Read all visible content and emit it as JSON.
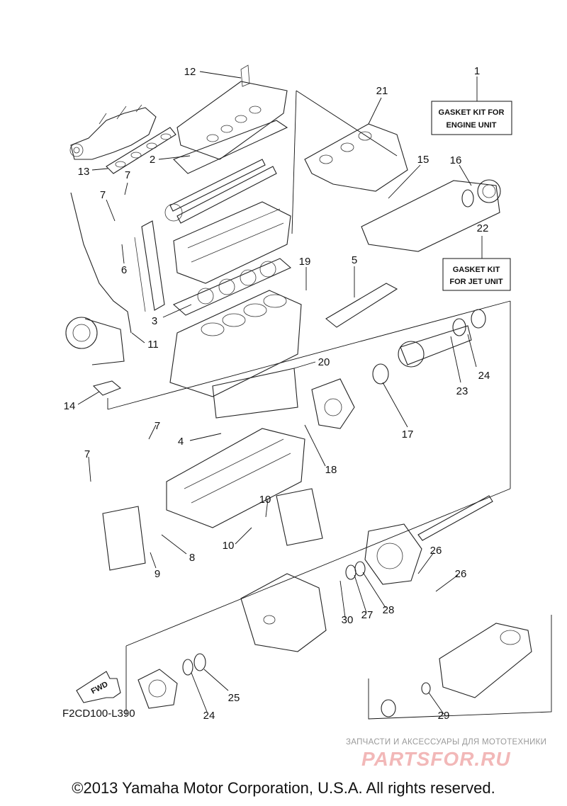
{
  "diagram": {
    "part_labels": {
      "p1": "1",
      "p2": "2",
      "p3": "3",
      "p4": "4",
      "p5": "5",
      "p6": "6",
      "p7a": "7",
      "p7b": "7",
      "p7c": "7",
      "p7d": "7",
      "p8": "8",
      "p9": "9",
      "p10a": "10",
      "p10b": "10",
      "p11": "11",
      "p12": "12",
      "p13": "13",
      "p14": "14",
      "p15": "15",
      "p16": "16",
      "p17": "17",
      "p18": "18",
      "p19": "19",
      "p20": "20",
      "p21": "21",
      "p22": "22",
      "p23": "23",
      "p24a": "24",
      "p24b": "24",
      "p25": "25",
      "p26a": "26",
      "p26b": "26",
      "p27": "27",
      "p28": "28",
      "p29": "29",
      "p30": "30"
    },
    "engine_kit_line1": "GASKET KIT FOR",
    "engine_kit_line2": "ENGINE UNIT",
    "jet_kit_line1": "GASKET KIT",
    "jet_kit_line2": "FOR JET UNIT",
    "fwd_label": "FWD",
    "figure_code": "F2CD100-L390"
  },
  "watermark": {
    "tagline": "ЗАПЧАСТИ И АКСЕССУАРЫ ДЛЯ МОТОТЕХНИКИ",
    "logo": "PARTSFOR.RU"
  },
  "copyright": "©2013 Yamaha Motor Corporation, U.S.A. All rights reserved."
}
